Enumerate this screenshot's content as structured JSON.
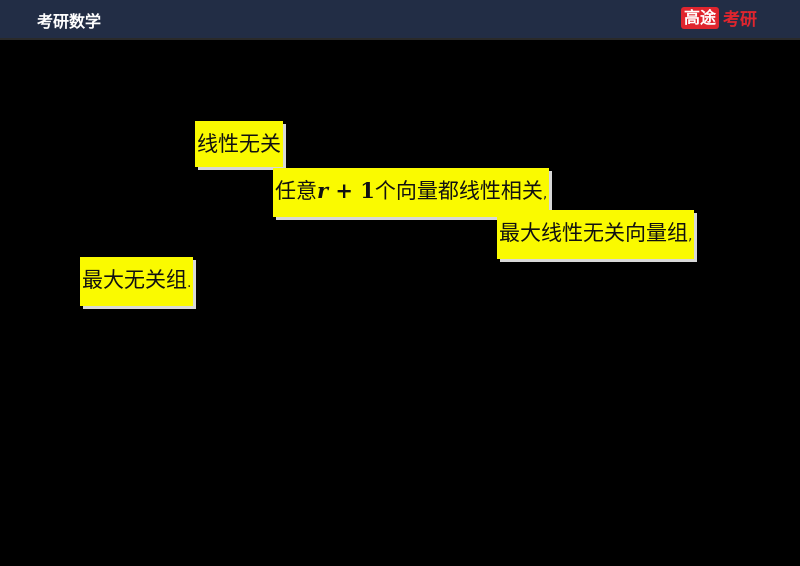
{
  "header": {
    "title": "考研数学",
    "brand_box": "高途",
    "brand_text": "考研",
    "bg_color": "#222d45",
    "brand_color": "#e0252e"
  },
  "highlights": [
    {
      "text": "线性无关",
      "tail": ""
    },
    {
      "prefix": "任意",
      "math": "r",
      "op": " + ",
      "num": "1",
      "suffix": "个向量都线性相关",
      "tail": ","
    },
    {
      "text": "最大线性无关向量组",
      "tail": ","
    },
    {
      "text": "最大无关组",
      "tail": "."
    }
  ],
  "highlight_color": "#fafa00"
}
